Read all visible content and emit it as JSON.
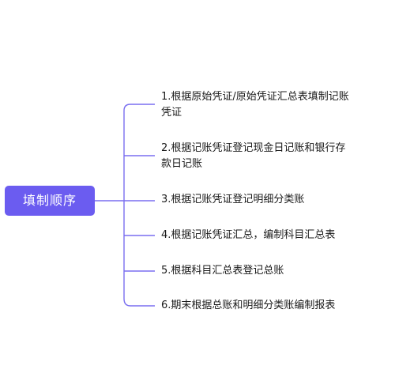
{
  "root": {
    "label": "填制顺序",
    "color": "#6b5cf0"
  },
  "connector_color": "#7a6ff0",
  "branches": [
    {
      "line1": "1.根据原始凭证/原始凭证汇总表填制记账",
      "line2": "凭证"
    },
    {
      "line1": "2.根据记账凭证登记现金日记账和银行存",
      "line2": "款日记账"
    },
    {
      "line1": "3.根据记账凭证登记明细分类账",
      "line2": ""
    },
    {
      "line1": "4.根据记账凭证汇总，编制科目汇总表",
      "line2": ""
    },
    {
      "line1": "5.根据科目汇总表登记总账",
      "line2": ""
    },
    {
      "line1": "6.期末根据总账和明细分类账编制报表",
      "line2": ""
    }
  ]
}
